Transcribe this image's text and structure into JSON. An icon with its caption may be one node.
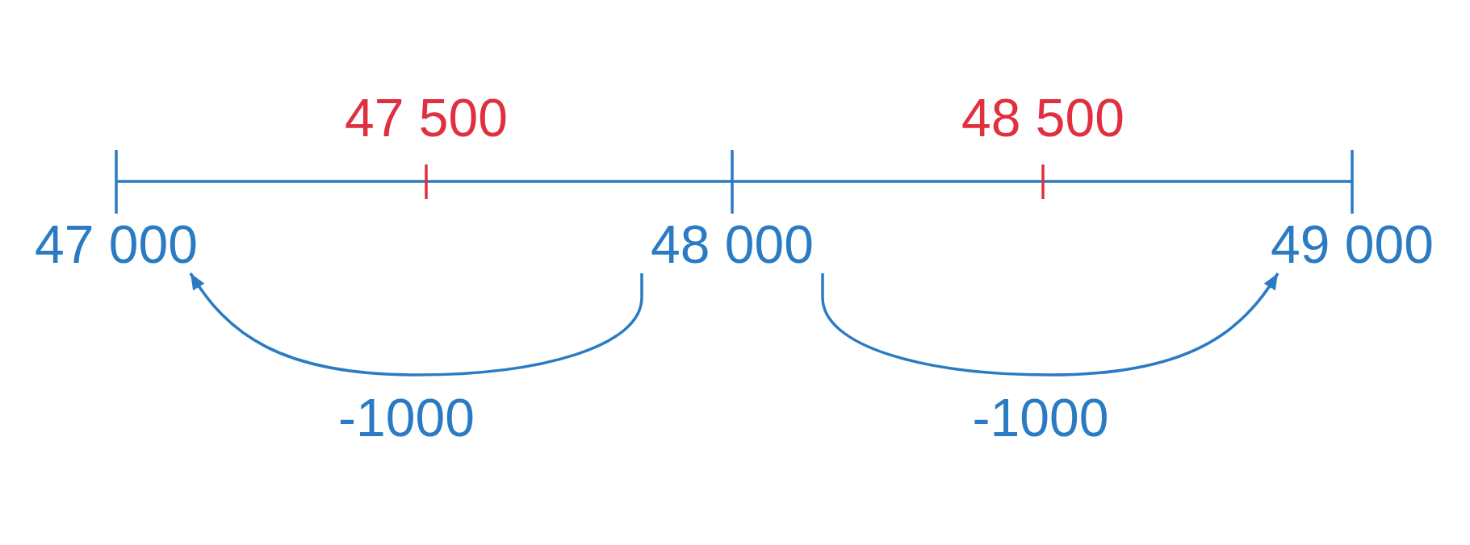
{
  "diagram": {
    "nodes": [
      {
        "text": [
          "47 000"
        ]
      },
      {
        "text": [
          "48 000"
        ]
      },
      {
        "text": [
          "49 000"
        ]
      }
    ],
    "edges": [
      {
        "from": 1,
        "to": 0,
        "arrow": "to",
        "label": "-1000"
      },
      {
        "from": 1,
        "to": 2,
        "arrow": "to",
        "label": "-1000"
      }
    ],
    "labels": [
      "47 500",
      "48 500"
    ]
  }
}
